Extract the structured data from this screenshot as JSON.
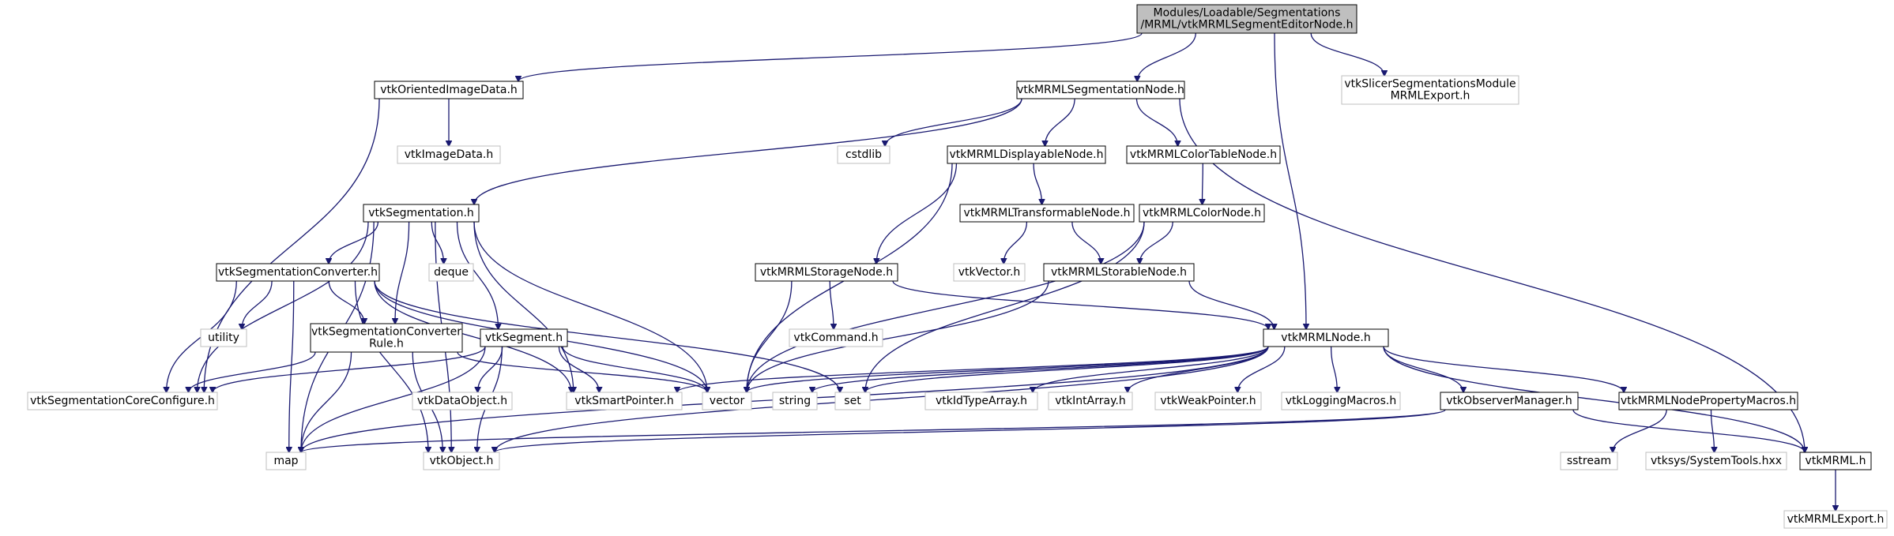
{
  "nodes": {
    "root": [
      "Modules/Loadable/Segmentations",
      "/MRML/vtkMRMLSegmentEditorNode.h"
    ],
    "orientedImageData": [
      "vtkOrientedImageData.h"
    ],
    "segmentationNode": [
      "vtkMRMLSegmentationNode.h"
    ],
    "slicerSegExport": [
      "vtkSlicerSegmentationsModule",
      "MRMLExport.h"
    ],
    "imageData": [
      "vtkImageData.h"
    ],
    "cstdlib": [
      "cstdlib"
    ],
    "displayableNode": [
      "vtkMRMLDisplayableNode.h"
    ],
    "colorTableNode": [
      "vtkMRMLColorTableNode.h"
    ],
    "segmentation": [
      "vtkSegmentation.h"
    ],
    "transformableNode": [
      "vtkMRMLTransformableNode.h"
    ],
    "colorNode": [
      "vtkMRMLColorNode.h"
    ],
    "segConverter": [
      "vtkSegmentationConverter.h"
    ],
    "deque": [
      "deque"
    ],
    "storageNode": [
      "vtkMRMLStorageNode.h"
    ],
    "vtkVector": [
      "vtkVector.h"
    ],
    "storableNode": [
      "vtkMRMLStorableNode.h"
    ],
    "utility": [
      "utility"
    ],
    "segConverterRule": [
      "vtkSegmentationConverter",
      "Rule.h"
    ],
    "segment": [
      "vtkSegment.h"
    ],
    "vtkCommand": [
      "vtkCommand.h"
    ],
    "mrmlNode": [
      "vtkMRMLNode.h"
    ],
    "segCoreConfigure": [
      "vtkSegmentationCoreConfigure.h"
    ],
    "dataObject": [
      "vtkDataObject.h"
    ],
    "smartPointer": [
      "vtkSmartPointer.h"
    ],
    "vector": [
      "vector"
    ],
    "string": [
      "string"
    ],
    "set": [
      "set"
    ],
    "idTypeArray": [
      "vtkIdTypeArray.h"
    ],
    "intArray": [
      "vtkIntArray.h"
    ],
    "weakPointer": [
      "vtkWeakPointer.h"
    ],
    "loggingMacros": [
      "vtkLoggingMacros.h"
    ],
    "observerManager": [
      "vtkObserverManager.h"
    ],
    "nodePropertyMacros": [
      "vtkMRMLNodePropertyMacros.h"
    ],
    "map": [
      "map"
    ],
    "vtkObject": [
      "vtkObject.h"
    ],
    "sstream": [
      "sstream"
    ],
    "systemTools": [
      "vtksys/SystemTools.hxx"
    ],
    "vtkMRML": [
      "vtkMRML.h"
    ],
    "mrmlExport": [
      "vtkMRMLExport.h"
    ]
  },
  "edges": [
    [
      "root",
      "orientedImageData"
    ],
    [
      "root",
      "segmentationNode"
    ],
    [
      "root",
      "mrmlNode"
    ],
    [
      "root",
      "slicerSegExport"
    ],
    [
      "orientedImageData",
      "imageData"
    ],
    [
      "orientedImageData",
      "segCoreConfigure"
    ],
    [
      "segmentationNode",
      "segmentation"
    ],
    [
      "segmentationNode",
      "cstdlib"
    ],
    [
      "segmentationNode",
      "displayableNode"
    ],
    [
      "segmentationNode",
      "colorTableNode"
    ],
    [
      "segmentationNode",
      "vtkMRML"
    ],
    [
      "displayableNode",
      "transformableNode"
    ],
    [
      "displayableNode",
      "storageNode"
    ],
    [
      "displayableNode",
      "vector"
    ],
    [
      "colorTableNode",
      "colorNode"
    ],
    [
      "colorNode",
      "storableNode"
    ],
    [
      "colorNode",
      "vector"
    ],
    [
      "colorNode",
      "set"
    ],
    [
      "transformableNode",
      "vtkVector"
    ],
    [
      "transformableNode",
      "storableNode"
    ],
    [
      "storableNode",
      "mrmlNode"
    ],
    [
      "storableNode",
      "vector"
    ],
    [
      "storageNode",
      "vtkCommand"
    ],
    [
      "storageNode",
      "mrmlNode"
    ],
    [
      "storageNode",
      "vector"
    ],
    [
      "segmentation",
      "segConverter"
    ],
    [
      "segmentation",
      "segConverterRule"
    ],
    [
      "segmentation",
      "deque"
    ],
    [
      "segmentation",
      "segment"
    ],
    [
      "segmentation",
      "segCoreConfigure"
    ],
    [
      "segmentation",
      "smartPointer"
    ],
    [
      "segmentation",
      "vector"
    ],
    [
      "segmentation",
      "map"
    ],
    [
      "segmentation",
      "vtkObject"
    ],
    [
      "segConverter",
      "segConverterRule"
    ],
    [
      "segConverter",
      "utility"
    ],
    [
      "segConverter",
      "segCoreConfigure"
    ],
    [
      "segConverter",
      "smartPointer"
    ],
    [
      "segConverter",
      "vector"
    ],
    [
      "segConverter",
      "set"
    ],
    [
      "segConverter",
      "map"
    ],
    [
      "segConverter",
      "vtkObject"
    ],
    [
      "segConverterRule",
      "segCoreConfigure"
    ],
    [
      "segConverterRule",
      "vector"
    ],
    [
      "segConverterRule",
      "map"
    ],
    [
      "segConverterRule",
      "vtkObject"
    ],
    [
      "segment",
      "segCoreConfigure"
    ],
    [
      "segment",
      "dataObject"
    ],
    [
      "segment",
      "smartPointer"
    ],
    [
      "segment",
      "vector"
    ],
    [
      "segment",
      "map"
    ],
    [
      "segment",
      "vtkObject"
    ],
    [
      "mrmlNode",
      "vector"
    ],
    [
      "mrmlNode",
      "string"
    ],
    [
      "mrmlNode",
      "set"
    ],
    [
      "mrmlNode",
      "smartPointer"
    ],
    [
      "mrmlNode",
      "idTypeArray"
    ],
    [
      "mrmlNode",
      "intArray"
    ],
    [
      "mrmlNode",
      "weakPointer"
    ],
    [
      "mrmlNode",
      "loggingMacros"
    ],
    [
      "mrmlNode",
      "observerManager"
    ],
    [
      "mrmlNode",
      "nodePropertyMacros"
    ],
    [
      "mrmlNode",
      "vtkMRML"
    ],
    [
      "mrmlNode",
      "map"
    ],
    [
      "mrmlNode",
      "vtkObject"
    ],
    [
      "observerManager",
      "vtkMRML"
    ],
    [
      "observerManager",
      "map"
    ],
    [
      "observerManager",
      "vtkObject"
    ],
    [
      "nodePropertyMacros",
      "sstream"
    ],
    [
      "nodePropertyMacros",
      "systemTools"
    ],
    [
      "vtkMRML",
      "mrmlExport"
    ]
  ]
}
